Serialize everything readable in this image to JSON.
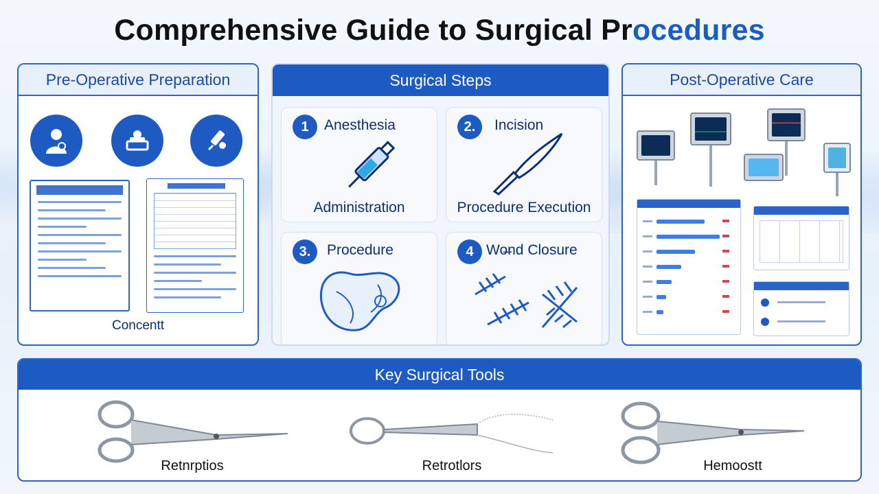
{
  "title": {
    "main": "Comprehensive Guide to Surgical Pr",
    "accent": "ocedures"
  },
  "pre_op": {
    "header": "Pre-Operative Preparation",
    "icons": [
      "doctor-patient-icon",
      "patient-bed-icon",
      "syringe-hand-icon"
    ],
    "consent_label": "Concentt"
  },
  "steps": {
    "header": "Surgical Steps",
    "items": [
      {
        "num": "1",
        "title": "Anesthesia",
        "sub": "Administration",
        "icon": "syringe-icon"
      },
      {
        "num": "2.",
        "title": "Incision",
        "sub": "Procedure Execution",
        "icon": "scalpel-icon"
      },
      {
        "num": "3.",
        "title": "Procedure",
        "sub": "",
        "icon": "organ-icon"
      },
      {
        "num": "4",
        "title": "Wo̶nd Closure",
        "sub": "",
        "icon": "sutures-icon"
      }
    ]
  },
  "post_op": {
    "header": "Post-Operative Care",
    "icons": [
      "patient-monitor-icon",
      "iv-pump-icon"
    ]
  },
  "tools": {
    "header": "Key Surgical Tools",
    "items": [
      {
        "label": "Retnrptios",
        "icon": "scissors-icon"
      },
      {
        "label": "Retrotlors",
        "icon": "forceps-icon"
      },
      {
        "label": "Hemoostt",
        "icon": "hemostat-icon"
      }
    ]
  },
  "colors": {
    "primary": "#1d5bc3",
    "border": "#2a64c8",
    "text": "#0b2f73"
  }
}
